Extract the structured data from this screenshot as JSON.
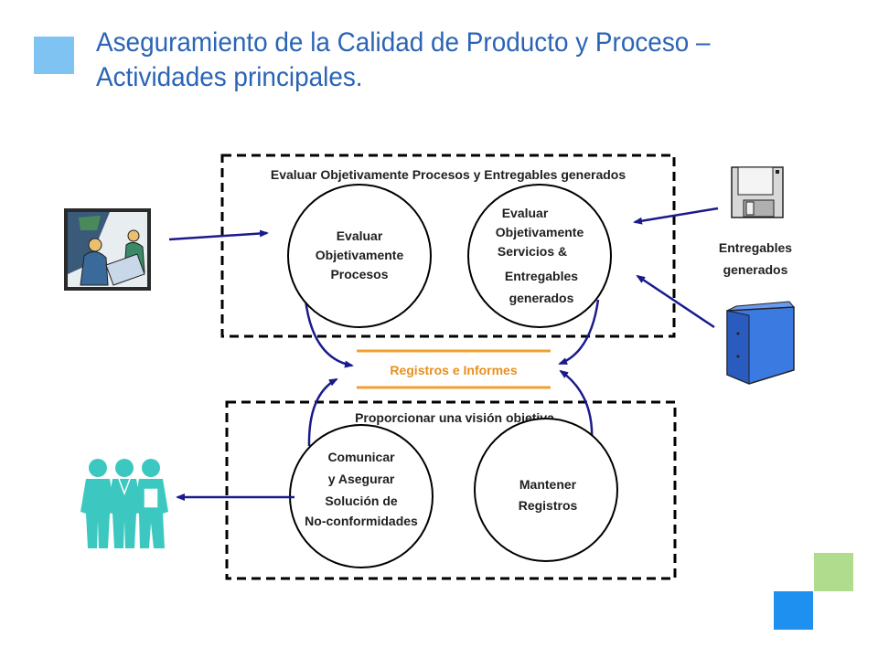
{
  "title": {
    "line1": "Aseguramiento de la Calidad de Producto y Proceso –",
    "line2": "Actividades principales."
  },
  "top_group": {
    "label": "Evaluar Objetivamente Procesos y Entregables generados",
    "circle_left": [
      "Evaluar",
      "Objetivamente",
      "Procesos"
    ],
    "circle_right": [
      "Evaluar",
      "Objetivamente",
      "Servicios &",
      "Entregables",
      "generados"
    ]
  },
  "center_box": {
    "label": "Registros e Informes"
  },
  "bottom_group": {
    "label": "Proporcionar una visión objetiva",
    "circle_left": [
      "Comunicar",
      "y Asegurar",
      "Solución de",
      "No-conformidades"
    ],
    "circle_right": [
      "Mantener",
      "Registros"
    ]
  },
  "side_label": {
    "line1": "Entregables",
    "line2": "generados"
  },
  "icons": [
    "meeting-clipart-icon",
    "floppy-disk-icon",
    "binder-icon",
    "people-group-icon"
  ],
  "colors": {
    "title": "#2b64b6",
    "arrow": "#1a1a8c",
    "accent_orange": "#f0a030",
    "accent_orange_text": "#e89020",
    "square_light_blue": "#7ec3f2",
    "square_green": "#b0dc8e",
    "square_blue": "#1e90ef",
    "people": "#3cc8c0",
    "binder": "#3b7ae0"
  }
}
